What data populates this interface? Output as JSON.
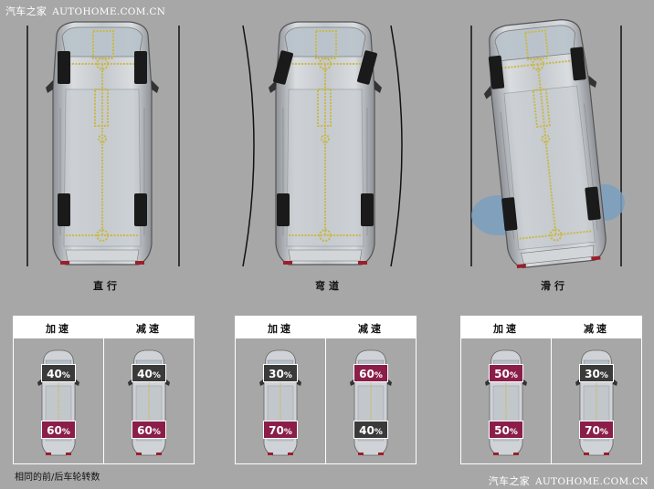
{
  "watermark_top": {
    "cn": "汽车之家",
    "en": "AUTOHOME.COM.CN"
  },
  "watermark_bottom": {
    "cn": "汽车之家",
    "en": "AUTOHOME.COM.CN"
  },
  "scenarios": [
    {
      "label": "直行"
    },
    {
      "label": "弯道"
    },
    {
      "label": "滑行"
    }
  ],
  "panels": [
    {
      "left_label": "加速",
      "right_label": "减速",
      "left": {
        "front": "40",
        "rear": "60",
        "front_color": "dark",
        "rear_color": "red"
      },
      "right": {
        "front": "40",
        "rear": "60",
        "front_color": "dark",
        "rear_color": "red"
      }
    },
    {
      "left_label": "加速",
      "right_label": "减速",
      "left": {
        "front": "30",
        "rear": "70",
        "front_color": "dark",
        "rear_color": "red"
      },
      "right": {
        "front": "60",
        "rear": "40",
        "front_color": "red",
        "rear_color": "dark"
      }
    },
    {
      "left_label": "加速",
      "right_label": "减速",
      "left": {
        "front": "50",
        "rear": "50",
        "front_color": "red",
        "rear_color": "red"
      },
      "right": {
        "front": "30",
        "rear": "70",
        "front_color": "dark",
        "rear_color": "red"
      }
    }
  ],
  "percent_sign": "%",
  "footnote": "相同的前/后车轮转数",
  "colors": {
    "background": "#a7a7a7",
    "badge_dark": "#3a3a3a",
    "badge_red": "#8a1e49",
    "skid_patch": "#7a9fbf"
  }
}
